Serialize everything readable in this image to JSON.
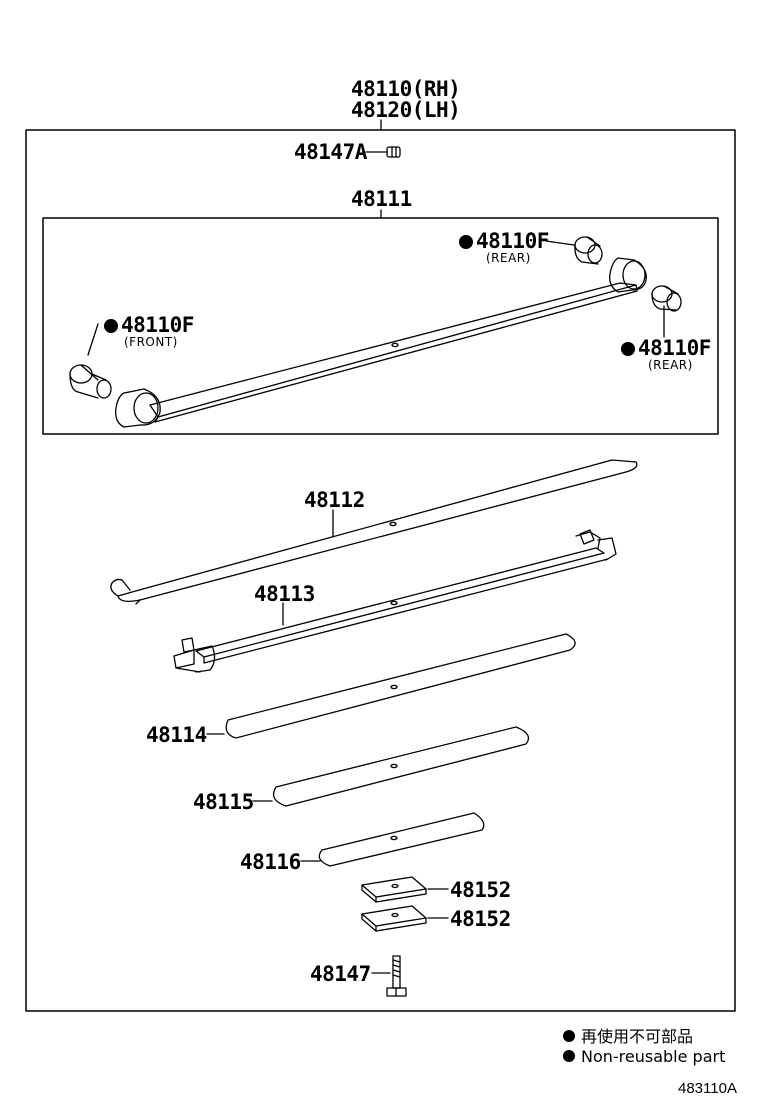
{
  "assembly": {
    "rh": "48110(RH)",
    "lh": "48120(LH)"
  },
  "parts": {
    "clip": "48147A",
    "spring_no1": "48111",
    "bushing_rear_top": "48110F",
    "bushing_rear_top_note": "(REAR)",
    "bushing_front": "48110F",
    "bushing_front_note": "(FRONT)",
    "bushing_rear_bottom": "48110F",
    "bushing_rear_bottom_note": "(REAR)",
    "leaf_no2": "48112",
    "leaf_no3": "48113",
    "leaf_no4": "48114",
    "leaf_no5": "48115",
    "leaf_no6": "48116",
    "spacer_a": "48152",
    "spacer_b": "48152",
    "center_bolt": "48147"
  },
  "legend": {
    "jp": "再使用不可部品",
    "en": "Non-reusable part"
  },
  "figure_code": "483110A"
}
